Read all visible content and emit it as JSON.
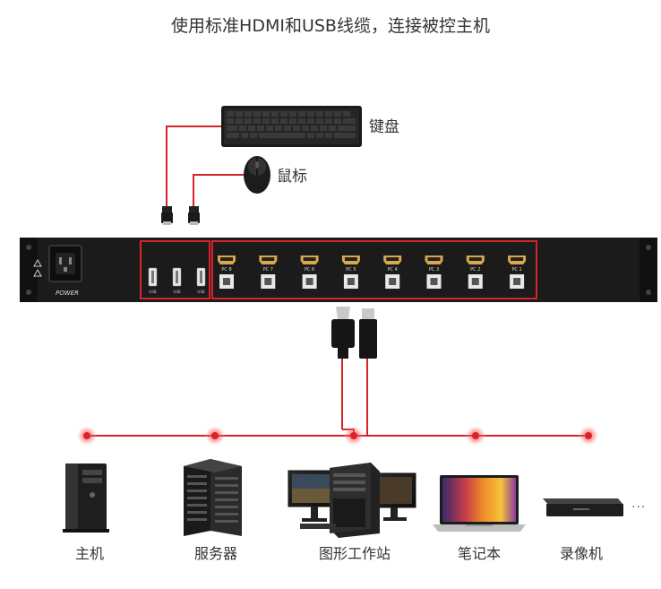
{
  "title": "使用标准HDMI和USB线缆，连接被控主机",
  "peripherals": {
    "keyboard": "键盘",
    "mouse": "鼠标"
  },
  "kvm": {
    "power_label": "POWER",
    "usb_port_label": "USB",
    "pc_ports": [
      "PC 8",
      "PC 7",
      "PC 6",
      "PC 5",
      "PC 4",
      "PC 3",
      "PC 2",
      "PC 1"
    ]
  },
  "devices": [
    "主机",
    "服务器",
    "图形工作站",
    "笔记本",
    "录像机"
  ],
  "more": "···",
  "colors": {
    "accent": "#d8232a",
    "chassis": "#1b1b1b"
  }
}
